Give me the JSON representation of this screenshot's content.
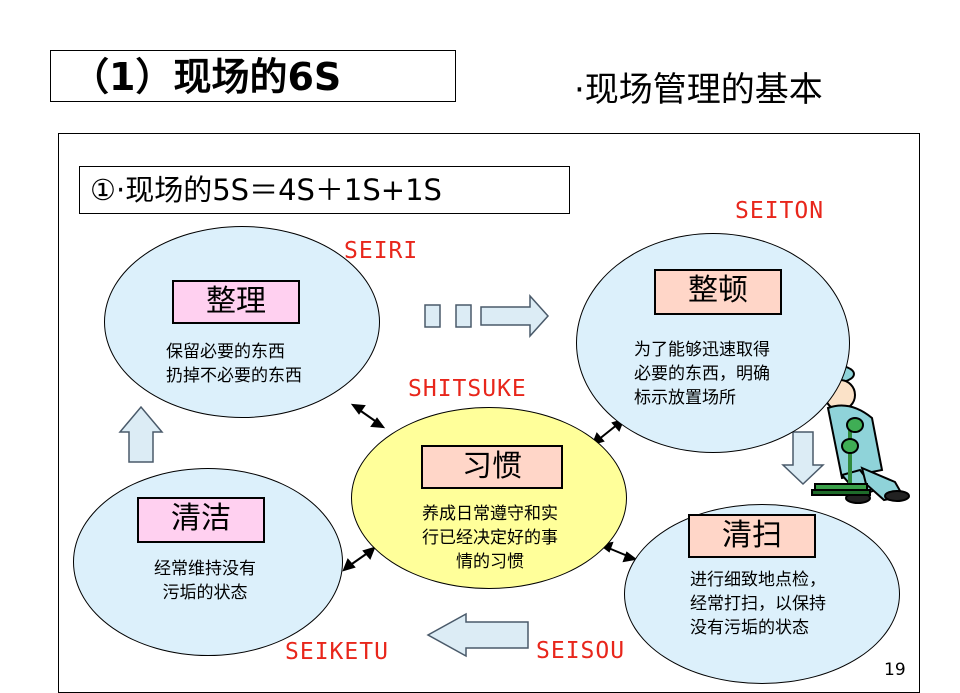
{
  "header": {
    "title": "（1）现场的6S",
    "subtitle": "·现场管理的基本"
  },
  "section": {
    "heading": "①·现场的5S＝4S＋1S+1S"
  },
  "nodes": {
    "seiri": {
      "label": "整理",
      "romaji": "SEIRI",
      "desc": [
        "保留必要的东西",
        "扔掉不必要的东西"
      ]
    },
    "seiton": {
      "label": "整顿",
      "romaji": "SEITON",
      "desc": [
        "为了能够迅速取得",
        "必要的东西，明确",
        "标示放置场所"
      ]
    },
    "shitsuke": {
      "label": "习惯",
      "romaji": "SHITSUKE",
      "desc": [
        "养成日常遵守和实",
        "行已经决定好的事",
        "情的习惯"
      ]
    },
    "seiso": {
      "label": "清扫",
      "romaji": "SEISOU",
      "desc": [
        "进行细致地点检，",
        "经常打扫，以保持",
        "没有污垢的状态"
      ]
    },
    "seiketsu": {
      "label": "清洁",
      "romaji": "SEIKETU",
      "desc": [
        "经常维持没有",
        "污垢的状态"
      ]
    }
  },
  "page_number": "19",
  "colors": {
    "ellipse_fill": "#dcf0fb",
    "center_fill": "#ffff9a",
    "label_pink": "#ffd0f0",
    "label_salmon": "#ffd6c8",
    "romaji_red": "#e8261b",
    "arrow_fill": "#dcecf5"
  },
  "icons": [
    "sweeping-worker-icon"
  ]
}
